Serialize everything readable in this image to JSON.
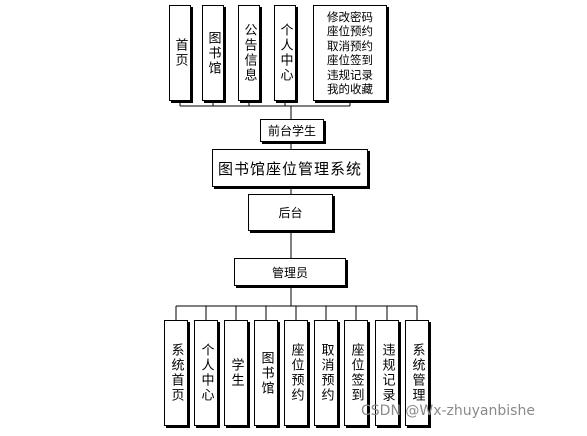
{
  "top_boxes": [
    "首页",
    "图书馆",
    "公告信息",
    "个人中心"
  ],
  "feature_box": [
    "修改密码",
    "座位预约",
    "取消预约",
    "座位签到",
    "违规记录",
    "我的收藏"
  ],
  "front_label": "前台学生",
  "system_title": "图书馆座位管理系统",
  "backend_label": "后台",
  "admin_label": "管理员",
  "bottom_boxes": [
    "系统首页",
    "个人中心",
    "学生",
    "图书馆",
    "座位预约",
    "取消预约",
    "座位签到",
    "违规记录",
    "系统管理"
  ],
  "watermark": "CSDN @Wx-zhuyanbishe"
}
